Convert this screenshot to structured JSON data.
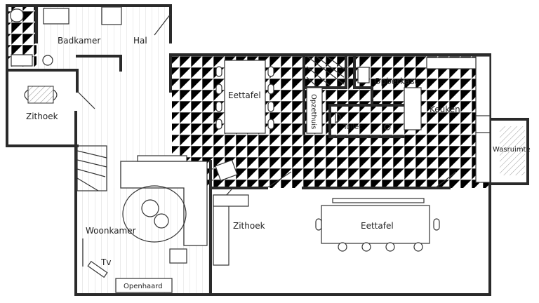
{
  "title": "Plattegrond",
  "rooms": {
    "badkamer": "Badkamer",
    "hal": "Hal",
    "zithoek_left": "Zithoek",
    "eettafel_top": "Eettafel",
    "opberkast": "Opberkast",
    "opzethuis": "Opzethuis",
    "toilet": "Toilet",
    "keuken": "Keuken",
    "wasruimte": "Wasruimte",
    "woonkamer": "Woonkamer",
    "tv": "Tv",
    "openhaard": "Openhaard",
    "zithoek_mid": "Zithoek",
    "eettafel_bottom": "Eettafel"
  }
}
